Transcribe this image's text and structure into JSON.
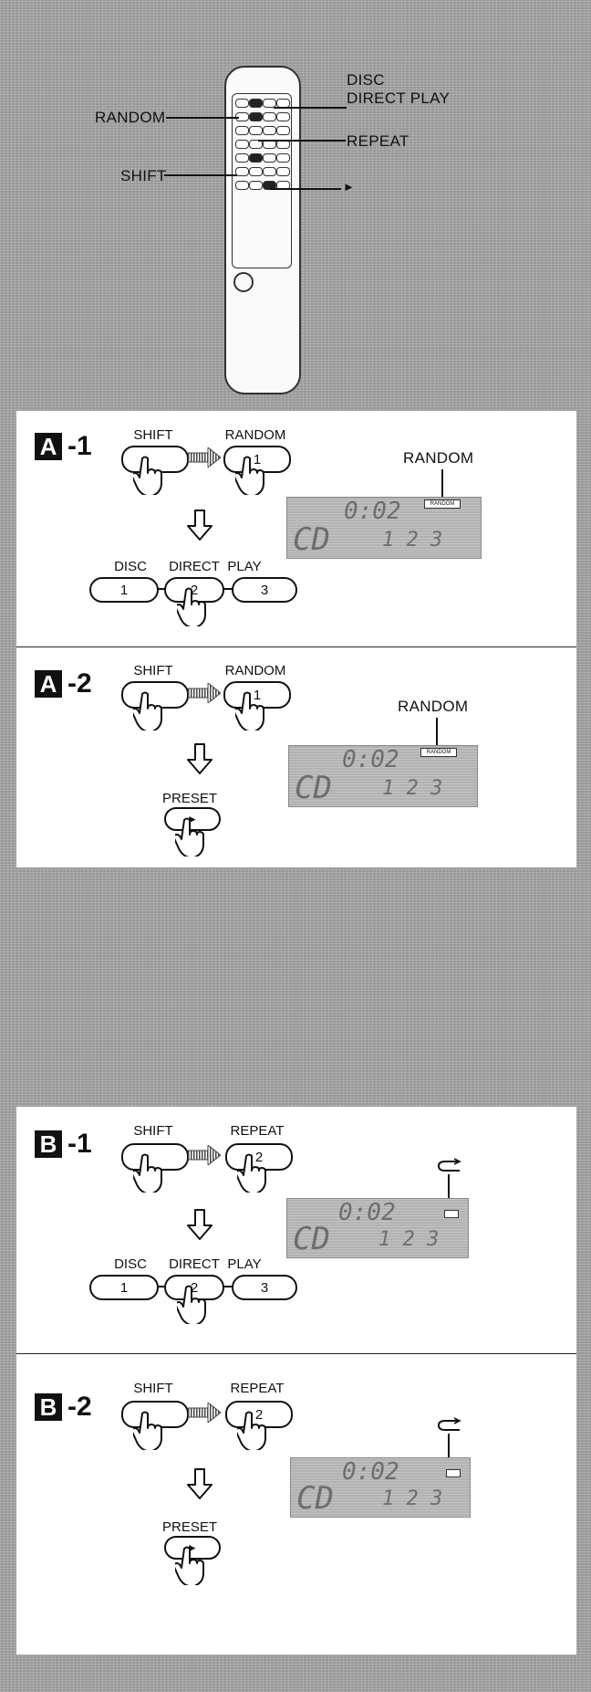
{
  "remote_callouts": {
    "disc_direct_play": "DISC\nDIRECT PLAY",
    "random": "RANDOM",
    "repeat": "REPEAT",
    "shift": "SHIFT",
    "play": "►"
  },
  "sections": {
    "a1": {
      "letter": "A",
      "step": "-1",
      "shift_label": "SHIFT",
      "second_label": "RANDOM",
      "second_key": "1",
      "indicator_label": "RANDOM",
      "indicator_badge": "RANDOM",
      "disc_labels": [
        "DISC",
        "DIRECT",
        "PLAY"
      ],
      "disc_keys": [
        "1",
        "2",
        "3"
      ],
      "lcd_time": "0:02",
      "lcd_mode": "CD",
      "lcd_discs": "1 2 3"
    },
    "a2": {
      "letter": "A",
      "step": "-2",
      "shift_label": "SHIFT",
      "second_label": "RANDOM",
      "second_key": "1",
      "indicator_label": "RANDOM",
      "indicator_badge": "RANDOM",
      "preset_label": "PRESET",
      "preset_key": "►",
      "lcd_time": "0:02",
      "lcd_mode": "CD",
      "lcd_discs": "1 2 3"
    },
    "b1": {
      "letter": "B",
      "step": "-1",
      "shift_label": "SHIFT",
      "second_label": "REPEAT",
      "second_key": "2",
      "disc_labels": [
        "DISC",
        "DIRECT",
        "PLAY"
      ],
      "disc_keys": [
        "1",
        "2",
        "3"
      ],
      "lcd_time": "0:02",
      "lcd_mode": "CD",
      "lcd_discs": "1 2 3"
    },
    "b2": {
      "letter": "B",
      "step": "-2",
      "shift_label": "SHIFT",
      "second_label": "REPEAT",
      "second_key": "2",
      "preset_label": "PRESET",
      "preset_key": "►",
      "lcd_time": "0:02",
      "lcd_mode": "CD",
      "lcd_discs": "1 2 3"
    }
  },
  "icons": {
    "hand": "pressing-hand-icon",
    "arrow_right": "hatched-arrow-right-icon",
    "arrow_down": "outline-arrow-down-icon",
    "repeat_symbol": "repeat-icon"
  }
}
